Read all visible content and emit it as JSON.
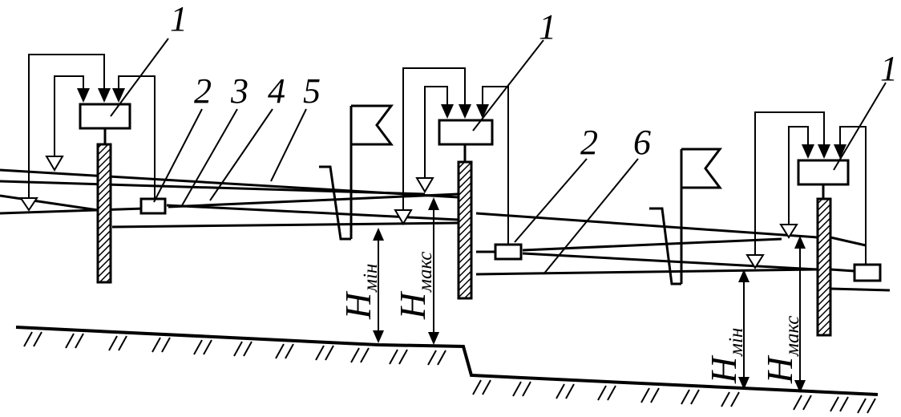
{
  "labels": {
    "n1": "1",
    "n2": "2",
    "n3": "3",
    "n4": "4",
    "n5": "5",
    "n6": "6"
  },
  "heights": {
    "h": "H",
    "min": "мін",
    "max": "макс"
  }
}
